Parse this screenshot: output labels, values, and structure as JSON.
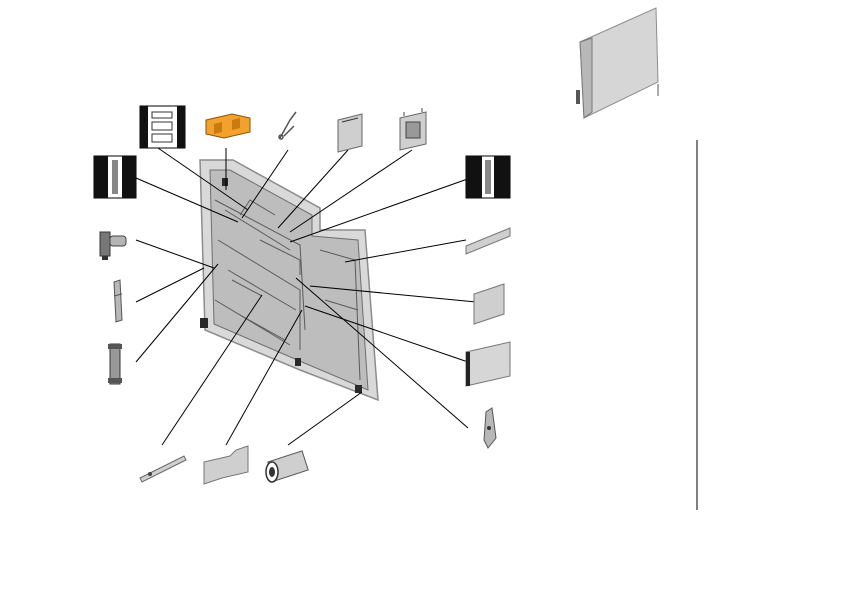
{
  "diagram": {
    "type": "exploded-parts-view",
    "colors": {
      "line": "#000000",
      "panel_fill": "#d9d9d9",
      "panel_edge": "#8c8c8c",
      "part_fill": "#cfcfcf",
      "accent_part": "#f2a22c",
      "label_dark": "#111111"
    },
    "parts": [
      {
        "name": "label-sheet",
        "icon": "document-icon"
      },
      {
        "name": "orange-pad",
        "icon": "orange-block-icon"
      },
      {
        "name": "spring-clip",
        "icon": "clip-icon"
      },
      {
        "name": "bracket-plate",
        "icon": "plate-icon"
      },
      {
        "name": "frame-plate",
        "icon": "frame-icon"
      },
      {
        "name": "label-strip-left",
        "icon": "label-strip-icon"
      },
      {
        "name": "label-strip-right",
        "icon": "label-strip-icon"
      },
      {
        "name": "hinge-pin",
        "icon": "pin-icon"
      },
      {
        "name": "lever",
        "icon": "lever-icon"
      },
      {
        "name": "roller-arm",
        "icon": "arm-icon"
      },
      {
        "name": "rail-bar",
        "icon": "bar-icon"
      },
      {
        "name": "small-panel",
        "icon": "panel-icon"
      },
      {
        "name": "cover-panel",
        "icon": "cover-icon"
      },
      {
        "name": "latch",
        "icon": "latch-icon"
      },
      {
        "name": "guide-rod",
        "icon": "rod-icon"
      },
      {
        "name": "gasket-plate",
        "icon": "gasket-icon"
      },
      {
        "name": "roller",
        "icon": "roller-icon"
      },
      {
        "name": "door-panel",
        "icon": "door-icon"
      }
    ]
  }
}
